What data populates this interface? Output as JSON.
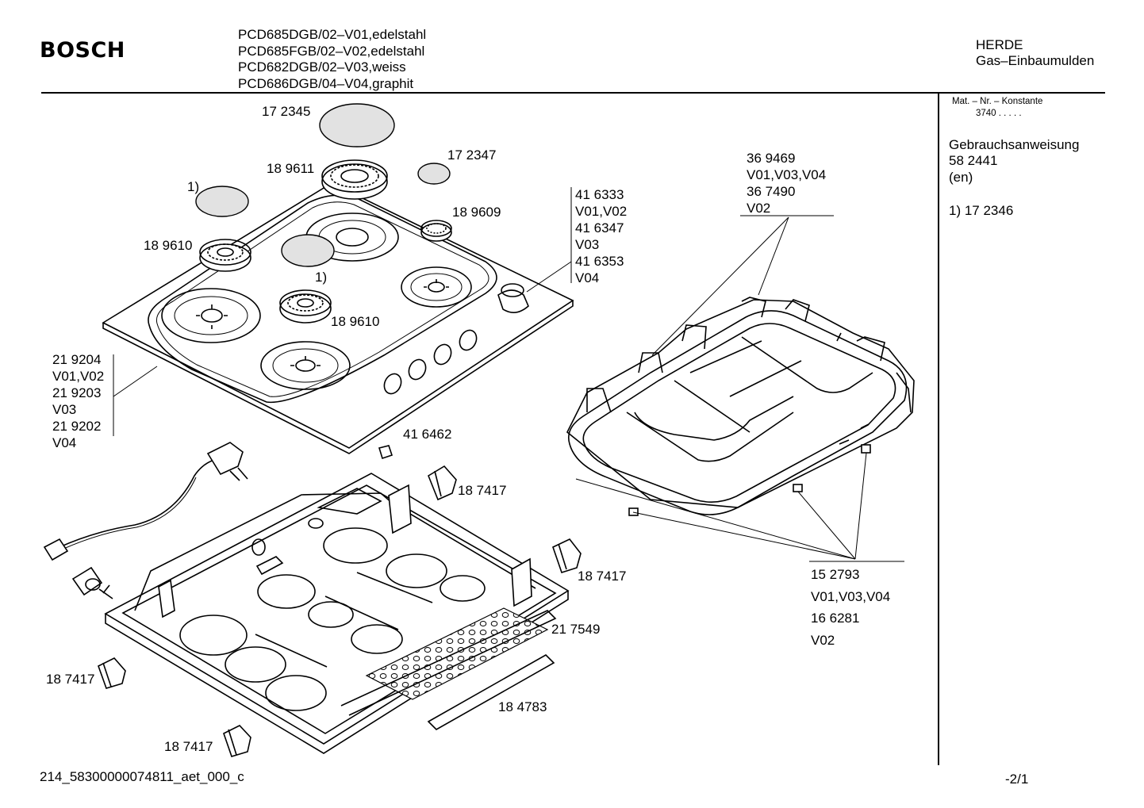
{
  "header": {
    "brand": "BOSCH",
    "models": [
      "PCD685DGB/02–V01,edelstahl",
      "PCD685FGB/02–V02,edelstahl",
      "PCD682DGB/02–V03,weiss",
      "PCD686DGB/04–V04,graphit"
    ],
    "category_line1": "HERDE",
    "category_line2": "Gas–Einbaumulden"
  },
  "sidebar": {
    "mat_label": "Mat. – Nr. – Konstante",
    "mat_value": "3740   .   .   .   .   .",
    "manual_title": "Gebrauchsanweisung",
    "manual_number": "58 2441",
    "manual_lang": "(en)",
    "footnote": "1)  17 2346"
  },
  "labels": {
    "p172345": "17 2345",
    "p172347": "17 2347",
    "p189611": "18 9611",
    "fn_top": "1)",
    "p189609": "18 9609",
    "p189610_left": "18 9610",
    "fn_mid": "1)",
    "p189610_mid": "18 9610",
    "knob_group": [
      "41 6333",
      "V01,V02",
      "41 6347",
      "V03",
      "41 6353",
      "V04"
    ],
    "hob_group": [
      "21 9204",
      "V01,V02",
      "21 9203",
      "V03",
      "21 9202",
      "V04"
    ],
    "grate_group": [
      "36 9469",
      "V01,V03,V04",
      "36 7490",
      "V02"
    ],
    "p416462": "41 6462",
    "p187417_a": "18 7417",
    "p187417_b": "18 7417",
    "p187417_c": "18 7417",
    "p187417_d": "18 7417",
    "p217549": "21 7549",
    "p184783": "18 4783",
    "feet_group": [
      "15 2793",
      "V01,V03,V04",
      "16 6281",
      "V02"
    ]
  },
  "footer": {
    "doc_id": "214_58300000074811_aet_000_c",
    "page": "-2/1"
  }
}
